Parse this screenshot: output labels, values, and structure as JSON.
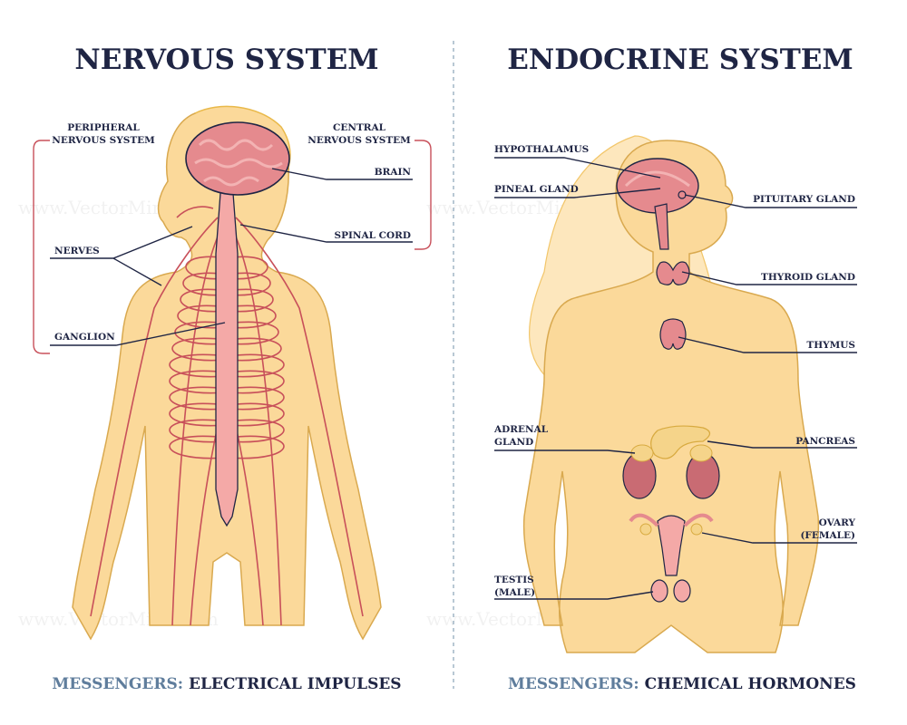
{
  "watermark": "www.VectorMine.com",
  "nervous": {
    "title": "NERVOUS SYSTEM",
    "peripheral": [
      "PERIPHERAL",
      "NERVOUS SYSTEM"
    ],
    "central": [
      "CENTRAL",
      "NERVOUS SYSTEM"
    ],
    "labels": {
      "brain": "BRAIN",
      "spinal_cord": "SPINAL CORD",
      "nerves": "NERVES",
      "ganglion": "GANGLION"
    },
    "messengers_label": "MESSENGERS:",
    "messengers_value": "ELECTRICAL IMPULSES"
  },
  "endocrine": {
    "title": "ENDOCRINE SYSTEM",
    "labels": {
      "hypothalamus": "HYPOTHALAMUS",
      "pineal": "PINEAL GLAND",
      "pituitary": "PITUITARY GLAND",
      "thyroid": "THYROID GLAND",
      "thymus": "THYMUS",
      "adrenal": [
        "ADRENAL",
        "GLAND"
      ],
      "pancreas": "PANCREAS",
      "ovary": [
        "OVARY",
        "(FEMALE)"
      ],
      "testis": [
        "TESTIS",
        "(MALE)"
      ]
    },
    "messengers_label": "MESSENGERS:",
    "messengers_value": "CHEMICAL HORMONES"
  },
  "colors": {
    "title": "#1f2544",
    "messengers": "#5f7d9c",
    "bracket": "#c8505a",
    "skin": "#fbd99a",
    "organ": "#e58a8e"
  }
}
